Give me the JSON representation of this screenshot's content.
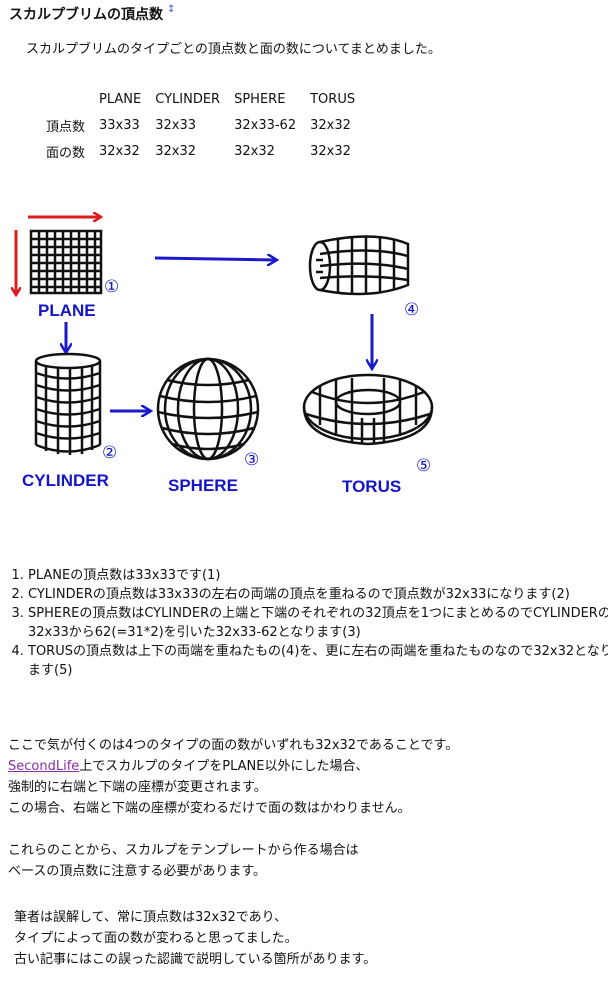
{
  "title": "スカルプブリムの頂点数",
  "sort_icon": "↕",
  "intro": "スカルプブリムのタイプごとの頂点数と面の数についてまとめました。",
  "table": {
    "headers": [
      "",
      "PLANE",
      "CYLINDER",
      "SPHERE",
      "TORUS"
    ],
    "rows": [
      [
        "頂点数",
        "33x33",
        "32x33",
        "32x33-62",
        "32x32"
      ],
      [
        "面の数",
        "32x32",
        "32x32",
        "32x32",
        "32x32"
      ]
    ]
  },
  "figure": {
    "labels": {
      "plane": "PLANE",
      "cylinder": "CYLINDER",
      "sphere": "SPHERE",
      "torus": "TORUS"
    },
    "numbers": [
      "①",
      "②",
      "③",
      "④",
      "⑤"
    ],
    "colors": {
      "arrow_red": "#e01b1b",
      "arrow_blue": "#1a1acc",
      "label": "#1515c8"
    }
  },
  "list": [
    "PLANEの頂点数は33x33です(1)",
    "CYLINDERの頂点数は33x33の左右の両端の頂点を重ねるので頂点数が32x33になります(2)",
    "SPHEREの頂点数はCYLINDERの上端と下端のそれぞれの32頂点を1つにまとめるのでCYLINDERの32x33から62(=31*2)を引いた32x33-62となります(3)",
    "TORUSの頂点数は上下の両端を重ねたもの(4)を、更に左右の両端を重ねたものなので32x32となります(5)"
  ],
  "para1": {
    "line1": "ここで気が付くのは4つのタイプの面の数がいずれも32x32であることです。",
    "link": "SecondLife",
    "line2_rest": "上でスカルプのタイプをPLANE以外にした場合、",
    "line3": "強制的に右端と下端の座標が変更されます。",
    "line4": "この場合、右端と下端の座標が変わるだけで面の数はかわりません。"
  },
  "para2": {
    "line1": "これらのことから、スカルプをテンプレートから作る場合は",
    "line2": "ベースの頂点数に注意する必要があります。"
  },
  "para3": {
    "line1": "筆者は誤解して、常に頂点数は32x32であり、",
    "line2": "タイプによって面の数が変わると思ってました。",
    "line3": "古い記事にはこの誤った認識で説明している箇所があります。"
  }
}
